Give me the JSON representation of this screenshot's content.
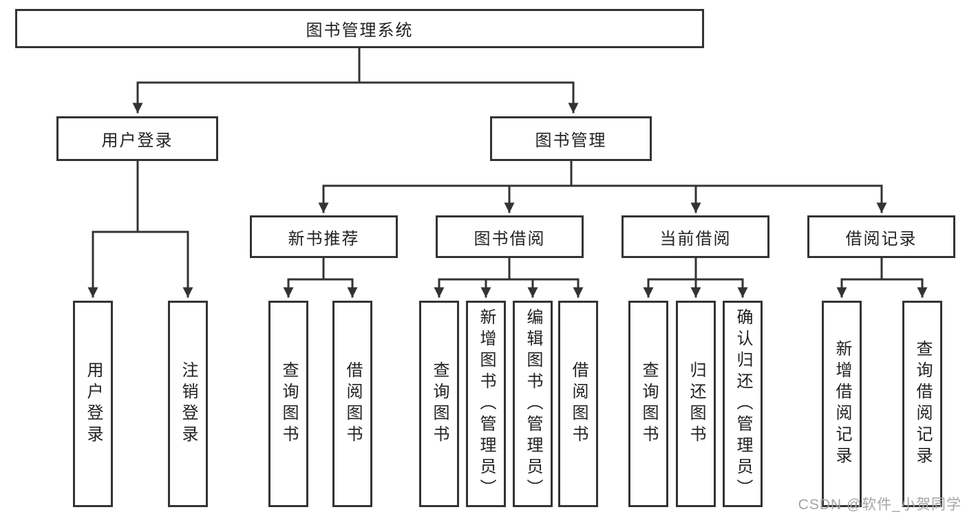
{
  "tree": {
    "label": "图书管理系统",
    "children": [
      {
        "label": "用户登录",
        "children": [
          {
            "label": "用户登录"
          },
          {
            "label": "注销登录"
          }
        ]
      },
      {
        "label": "图书管理",
        "children": [
          {
            "label": "新书推荐",
            "children": [
              {
                "label": "查询图书"
              },
              {
                "label": "借阅图书"
              }
            ]
          },
          {
            "label": "图书借阅",
            "children": [
              {
                "label": "查询图书"
              },
              {
                "label": "新增图书（管理员）"
              },
              {
                "label": "编辑图书（管理员）"
              },
              {
                "label": "借阅图书"
              }
            ]
          },
          {
            "label": "当前借阅",
            "children": [
              {
                "label": "查询图书"
              },
              {
                "label": "归还图书"
              },
              {
                "label": "确认归还（管理员）"
              }
            ]
          },
          {
            "label": "借阅记录",
            "children": [
              {
                "label": "新增借阅记录"
              },
              {
                "label": "查询借阅记录"
              }
            ]
          }
        ]
      }
    ]
  },
  "watermark": {
    "text": "CSDN @软件_小贺同学"
  },
  "colors": {
    "line": "#333333",
    "box_border": "#333333",
    "text": "#222222",
    "watermark": "#a5a5a5",
    "background": "#ffffff"
  }
}
